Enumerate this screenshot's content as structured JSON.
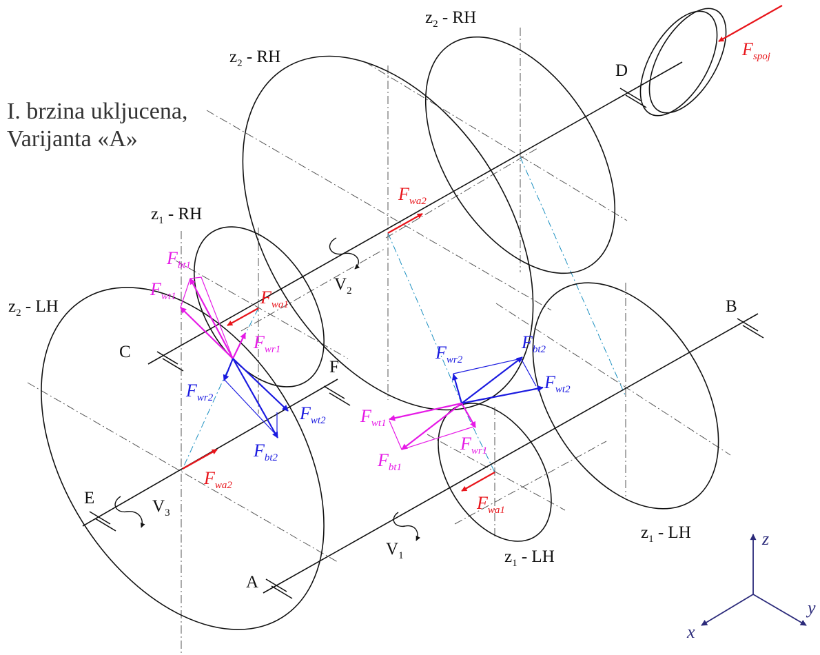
{
  "title": {
    "line1": "I. brzina ukljucena,",
    "line2": "Varijanta «A»"
  },
  "gear_labels": {
    "z2_rh_top": {
      "base": "z",
      "sub": "2",
      "rest": " - RH"
    },
    "z2_rh_mid": {
      "base": "z",
      "sub": "2",
      "rest": " - RH"
    },
    "z1_rh": {
      "base": "z",
      "sub": "1",
      "rest": " - RH"
    },
    "z2_lh": {
      "base": "z",
      "sub": "2",
      "rest": " - LH"
    },
    "z1_lh_bottom": {
      "base": "z",
      "sub": "1",
      "rest": " - LH"
    },
    "z1_lh_right": {
      "base": "z",
      "sub": "1",
      "rest": " - LH"
    }
  },
  "bearing_labels": {
    "A": "A",
    "B": "B",
    "C": "C",
    "D": "D",
    "E": "E",
    "F": "F"
  },
  "rotation_labels": {
    "v1": {
      "base": "V",
      "sub": "1"
    },
    "v2": {
      "base": "V",
      "sub": "2"
    },
    "v3": {
      "base": "V",
      "sub": "3"
    }
  },
  "force_labels": {
    "f_spoj": {
      "base": "F",
      "sub": "spoj"
    },
    "f_wa2_top": {
      "base": "F",
      "sub": "wa2"
    },
    "f_wa1_left": {
      "base": "F",
      "sub": "wa1"
    },
    "f_bt1_left": {
      "base": "F",
      "sub": "bt1"
    },
    "f_wt1_left": {
      "base": "F",
      "sub": "wt1"
    },
    "f_wr1_left": {
      "base": "F",
      "sub": "wr1"
    },
    "f_wr2_left": {
      "base": "F",
      "sub": "wr2"
    },
    "f_wt2_left": {
      "base": "F",
      "sub": "wt2"
    },
    "f_bt2_left": {
      "base": "F",
      "sub": "bt2"
    },
    "f_wa2_bottom": {
      "base": "F",
      "sub": "wa2"
    },
    "f_wr2_right": {
      "base": "F",
      "sub": "wr2"
    },
    "f_bt2_right": {
      "base": "F",
      "sub": "bt2"
    },
    "f_wt2_right": {
      "base": "F",
      "sub": "wt2"
    },
    "f_wt1_right": {
      "base": "F",
      "sub": "wt1"
    },
    "f_wr1_right": {
      "base": "F",
      "sub": "wr1"
    },
    "f_bt1_right": {
      "base": "F",
      "sub": "bt1"
    },
    "f_wa1_right": {
      "base": "F",
      "sub": "wa1"
    }
  },
  "axes": {
    "x": "x",
    "y": "y",
    "z": "z"
  },
  "colors": {
    "axial_force": "#e8141a",
    "gear_force_blue": "#1a1ae0",
    "gear_force_magenta": "#e619e6",
    "construction_line": "#1a8fc0",
    "coordinate_axes": "#2b2a7a",
    "outline": "#111111"
  }
}
